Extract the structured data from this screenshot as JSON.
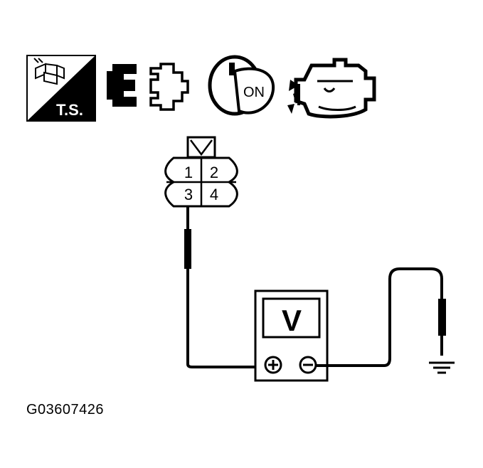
{
  "icons": {
    "ts_badge": "T.S.",
    "ts_icon": "trouble-shooting-icon",
    "connector_icon": "connector-disconnected-icon",
    "ignition_icon": "ignition-switch-icon",
    "ignition_label": "ON",
    "engine_icon": "engine-running-icon"
  },
  "connector": {
    "pins": [
      "1",
      "2",
      "3",
      "4"
    ]
  },
  "meter": {
    "symbol": "V",
    "positive_terminal": "+",
    "negative_terminal": "−"
  },
  "figure_id": "G03607426",
  "colors": {
    "line": "#000000",
    "background": "#ffffff"
  }
}
